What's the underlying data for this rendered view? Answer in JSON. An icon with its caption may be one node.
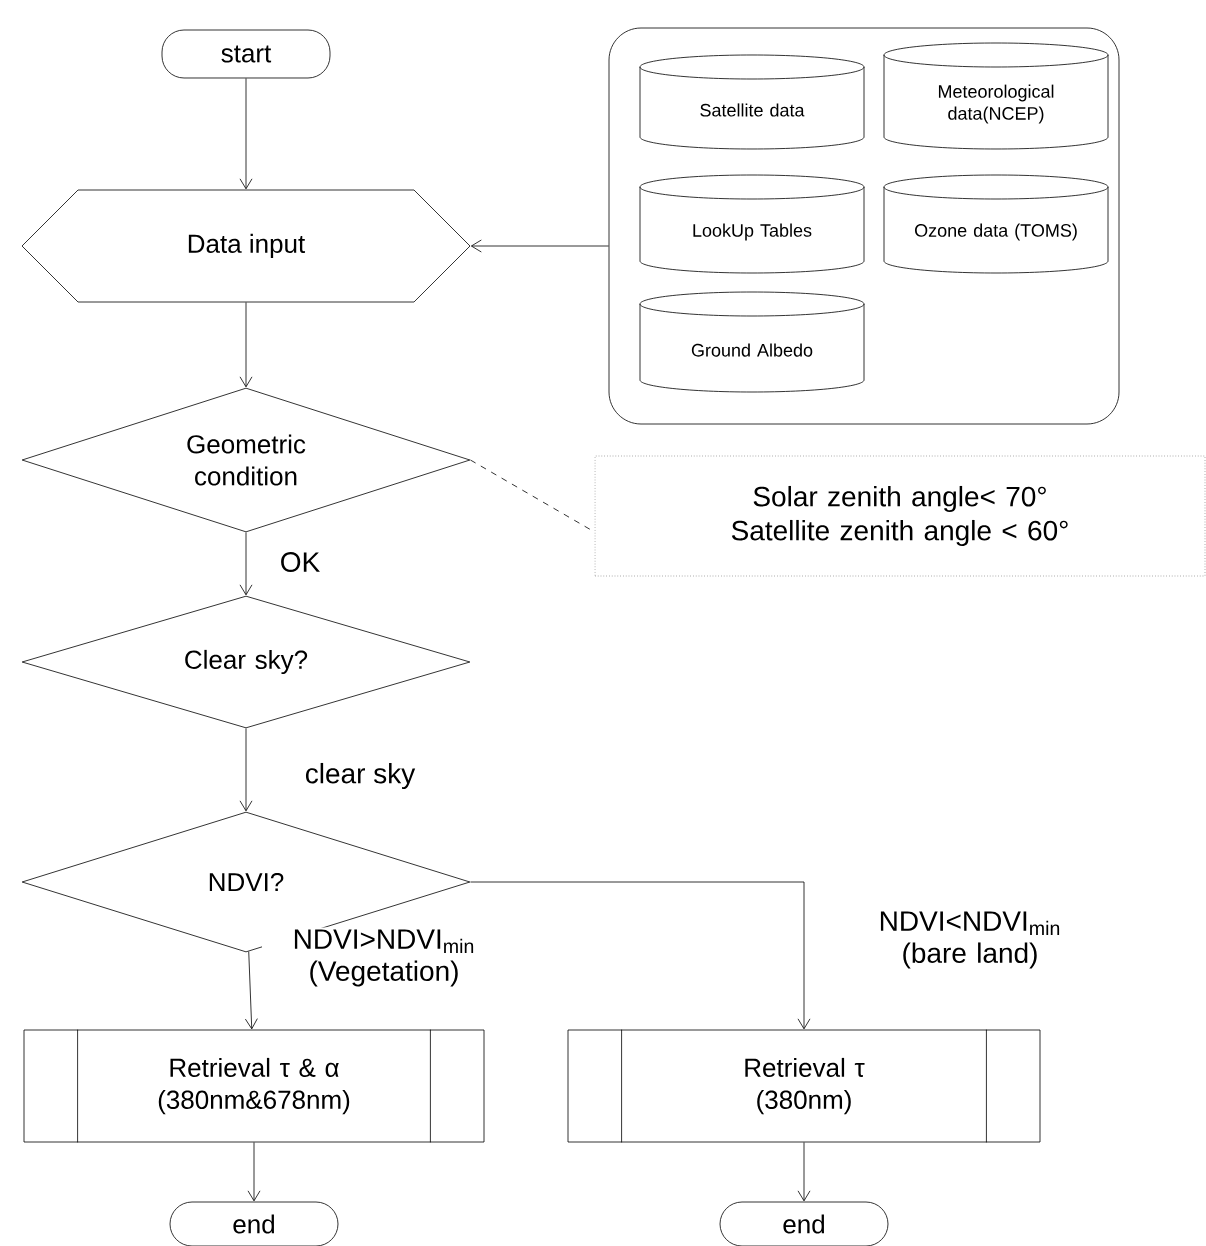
{
  "diagram": {
    "nodes": [
      {
        "text": [
          "start"
        ]
      },
      {
        "text": [
          "Data input"
        ]
      },
      {
        "text": [],
        "shape": "box"
      },
      {
        "text": [
          "Satellite data"
        ],
        "in": 2
      },
      {
        "text": [
          "Meteorological data(NCEP)"
        ],
        "in": 2
      },
      {
        "text": [
          "LookUp Tables"
        ],
        "in": 2
      },
      {
        "text": [
          "Ozone data (TOMS)"
        ],
        "in": 2
      },
      {
        "text": [
          "Ground Albedo"
        ],
        "in": 2
      },
      {
        "text": [
          "Geometric condition"
        ]
      },
      {
        "text": [
          "Solar zenith angle< 70°",
          "Satellite zenith angle < 60°"
        ]
      },
      {
        "text": [
          "Clear sky?"
        ]
      },
      {
        "text": [
          "NDVI?"
        ]
      },
      {
        "text": [
          "Retrieval τ & α",
          "(380nm&678nm)"
        ]
      },
      {
        "text": [
          "Retrieval τ",
          "(380nm)"
        ]
      },
      {
        "text": [
          "end"
        ]
      },
      {
        "text": [
          "end"
        ]
      }
    ],
    "edges": [
      {
        "from": 0,
        "to": 1,
        "arrow": "to"
      },
      {
        "from": 2,
        "to": 1,
        "arrow": "to"
      },
      {
        "from": 1,
        "to": 8,
        "arrow": "to"
      },
      {
        "from": 8,
        "to": 9,
        "arrow": "none",
        "style": "dashed"
      },
      {
        "from": 8,
        "to": 10,
        "arrow": "to",
        "label": "OK"
      },
      {
        "from": 10,
        "to": 11,
        "arrow": "to",
        "label": "clear sky"
      },
      {
        "from": 11,
        "to": 12,
        "arrow": "to",
        "label": "NDVI>NDVI$_{min}$ (Vegetation)"
      },
      {
        "from": 11,
        "to": 13,
        "arrow": "to",
        "label": "NDVI<NDVI$_{min}$ (bare land)"
      },
      {
        "from": 12,
        "to": 14,
        "arrow": "to"
      },
      {
        "from": 13,
        "to": 15,
        "arrow": "to"
      }
    ]
  }
}
